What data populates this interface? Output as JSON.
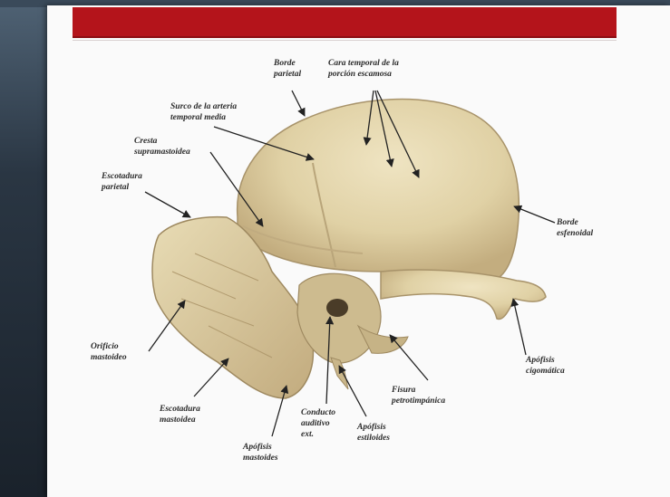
{
  "labels": {
    "borde_parietal": [
      "Borde",
      "parietal"
    ],
    "cara_temporal": [
      "Cara temporal de la",
      "porción escamosa"
    ],
    "surco_arteria": [
      "Surco de la arteria",
      "temporal media"
    ],
    "cresta": [
      "Cresta",
      "supramastoidea"
    ],
    "escotadura_parietal": [
      "Escotadura",
      "parietal"
    ],
    "borde_esfenoidal": [
      "Borde",
      "esfenoidal"
    ],
    "orificio_mastoideo": [
      "Orificio",
      "mastoideo"
    ],
    "apofisis_cigomatica": [
      "Apófisis",
      "cigomática"
    ],
    "fisura": [
      "Fisura",
      "petrotimpánica"
    ],
    "escotadura_mastoidea": [
      "Escotadura",
      "mastoidea"
    ],
    "conducto": [
      "Conducto",
      "auditivo",
      "ext."
    ],
    "apofisis_estiloides": [
      "Apófisis",
      "estiloides"
    ],
    "apofisis_mastoides": [
      "Apófisis",
      "mastoides"
    ]
  },
  "colors": {
    "header": "#b4141b",
    "bone": "#e3d6ad",
    "bone_shadow": "#b9a57a",
    "arrow": "#222222"
  }
}
